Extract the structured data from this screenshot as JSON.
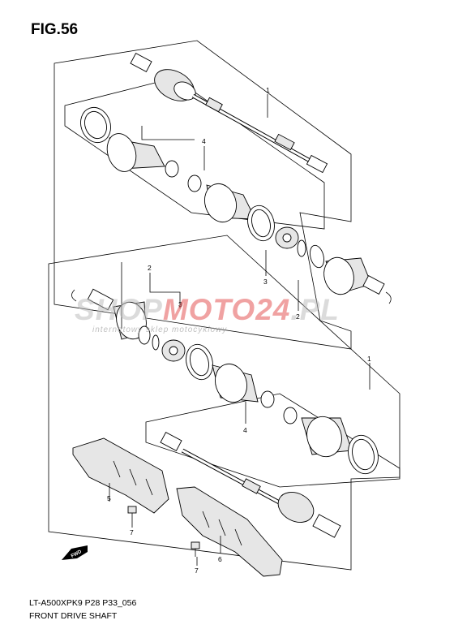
{
  "figure": {
    "title": "FIG.56"
  },
  "footer": {
    "model_code": "LT-A500XPK9 P28 P33_056",
    "section_name": "FRONT DRIVE SHAFT"
  },
  "watermark": {
    "brand_a": "SHOP",
    "brand_b": "MOTO",
    "brand_c": "24",
    "brand_d": ".PL",
    "tagline": "internetowy sklep motocyklowy"
  },
  "callouts": {
    "c1_top": "1",
    "c4_top": "4",
    "c3_top": "3",
    "c2_mid": "2",
    "c2_left": "2",
    "c3_left": "3",
    "c1_right": "1",
    "c4_low": "4",
    "c5": "5",
    "c7_a": "7",
    "c6": "6",
    "c7_b": "7"
  },
  "fwd_label": "FWD"
}
